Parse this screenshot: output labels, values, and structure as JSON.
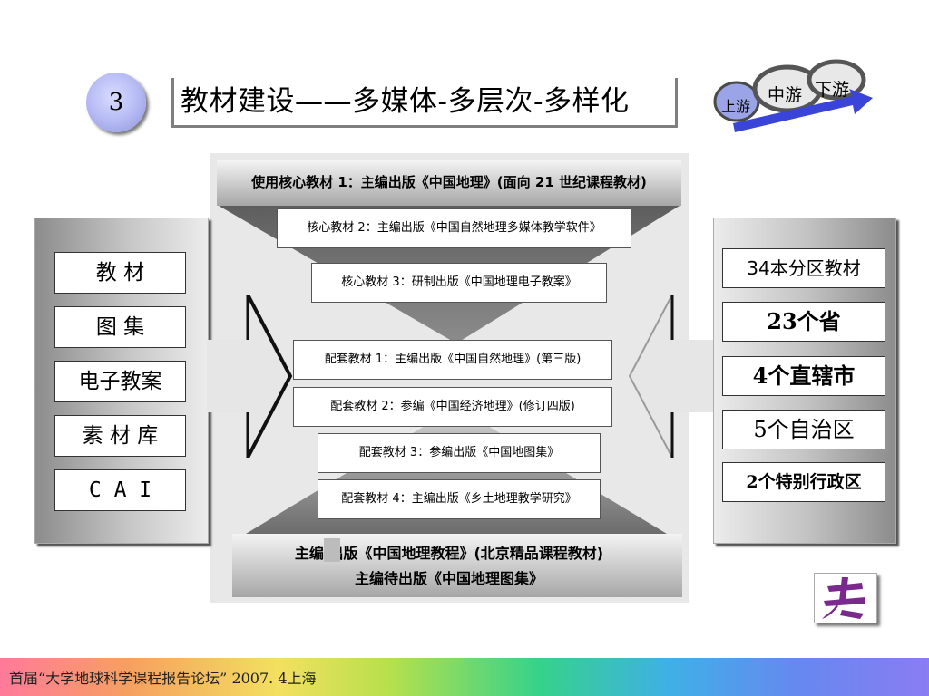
{
  "header": {
    "number": "3",
    "title": "教材建设——多媒体-多层次-多样化"
  },
  "river_logo": {
    "upstream": "上游",
    "midstream": "中游",
    "downstream": "下游"
  },
  "left_panel": {
    "items": [
      "教  材",
      "图  集",
      "电子教案",
      "素 材 库",
      "C A I"
    ]
  },
  "center": {
    "core_header": "使用核心教材 1：主编出版《中国地理》(面向 21 世纪课程教材)",
    "core_items": [
      "核心教材 2：主编出版《中国自然地理多媒体教学软件》",
      "核心教材 3：研制出版《中国地理电子教案》"
    ],
    "support_items": [
      "配套教材 1：主编出版《中国自然地理》(第三版)",
      "配套教材 2：参编《中国经济地理》(修订四版)",
      "配套教材 3：参编出版《中国地图集》",
      "配套教材 4：主编出版《乡土地理教学研究》"
    ],
    "bottom_line1": "主编 出版《中国地理教程》(北京精品课程教材)",
    "bottom_line2": "主编待出版《中国地理图集》"
  },
  "right_panel": {
    "items": [
      "34本分区教材",
      "23个省",
      "4个直辖市",
      "5个自治区",
      "2个特别行政区"
    ]
  },
  "footer": {
    "text": "首届“大学地球科学课程报告论坛”   2007. 4上海"
  },
  "colors": {
    "number_circle": "#b3b8f3",
    "river_arrow": "#3a44d8",
    "logo_purple": "#7a2a8c"
  }
}
